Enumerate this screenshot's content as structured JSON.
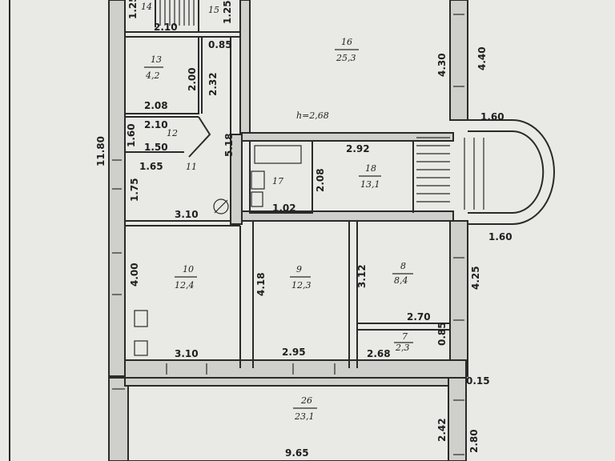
{
  "height_note": "h=2,68",
  "rooms": [
    {
      "num": "14",
      "area": ""
    },
    {
      "num": "15",
      "area": ""
    },
    {
      "num": "16",
      "area": "25,3"
    },
    {
      "num": "13",
      "area": "4,2"
    },
    {
      "num": "12",
      "area": ""
    },
    {
      "num": "11",
      "area": ""
    },
    {
      "num": "17",
      "area": ""
    },
    {
      "num": "18",
      "area": "13,1"
    },
    {
      "num": "10",
      "area": "12,4"
    },
    {
      "num": "9",
      "area": "12,3"
    },
    {
      "num": "8",
      "area": "8,4"
    },
    {
      "num": "7",
      "area": "2,3"
    },
    {
      "num": "26",
      "area": "23,1"
    }
  ],
  "dimensions": {
    "d_1_25": "1.25",
    "d_2_10_top": "2.10",
    "d_1_25b": "1.25",
    "d_0_85_top": "0.85",
    "d_4_40": "4.40",
    "d_4_30": "4.30",
    "d_2_00": "2.00",
    "d_2_32": "2.32",
    "d_2_08": "2.08",
    "d_2_10": "2.10",
    "d_1_60_left": "1.60",
    "d_1_50": "1.50",
    "d_1_65": "1.65",
    "d_5_18": "5.18",
    "d_11_80": "11.80",
    "d_1_60_top": "1.60",
    "d_2_92": "2.92",
    "d_2_08b": "2.08",
    "d_1_75": "1.75",
    "d_3_10_top": "3.10",
    "d_1_02": "1.02",
    "d_1_60_bottom": "1.60",
    "d_4_00": "4.00",
    "d_4_18": "4.18",
    "d_3_12": "3.12",
    "d_4_25": "4.25",
    "d_2_70": "2.70",
    "d_0_85": "0.85",
    "d_2_68": "2.68",
    "d_3_10": "3.10",
    "d_2_95": "2.95",
    "d_0_15": "0.15",
    "d_2_42": "2.42",
    "d_2_80": "2.80",
    "d_9_65": "9.65"
  }
}
